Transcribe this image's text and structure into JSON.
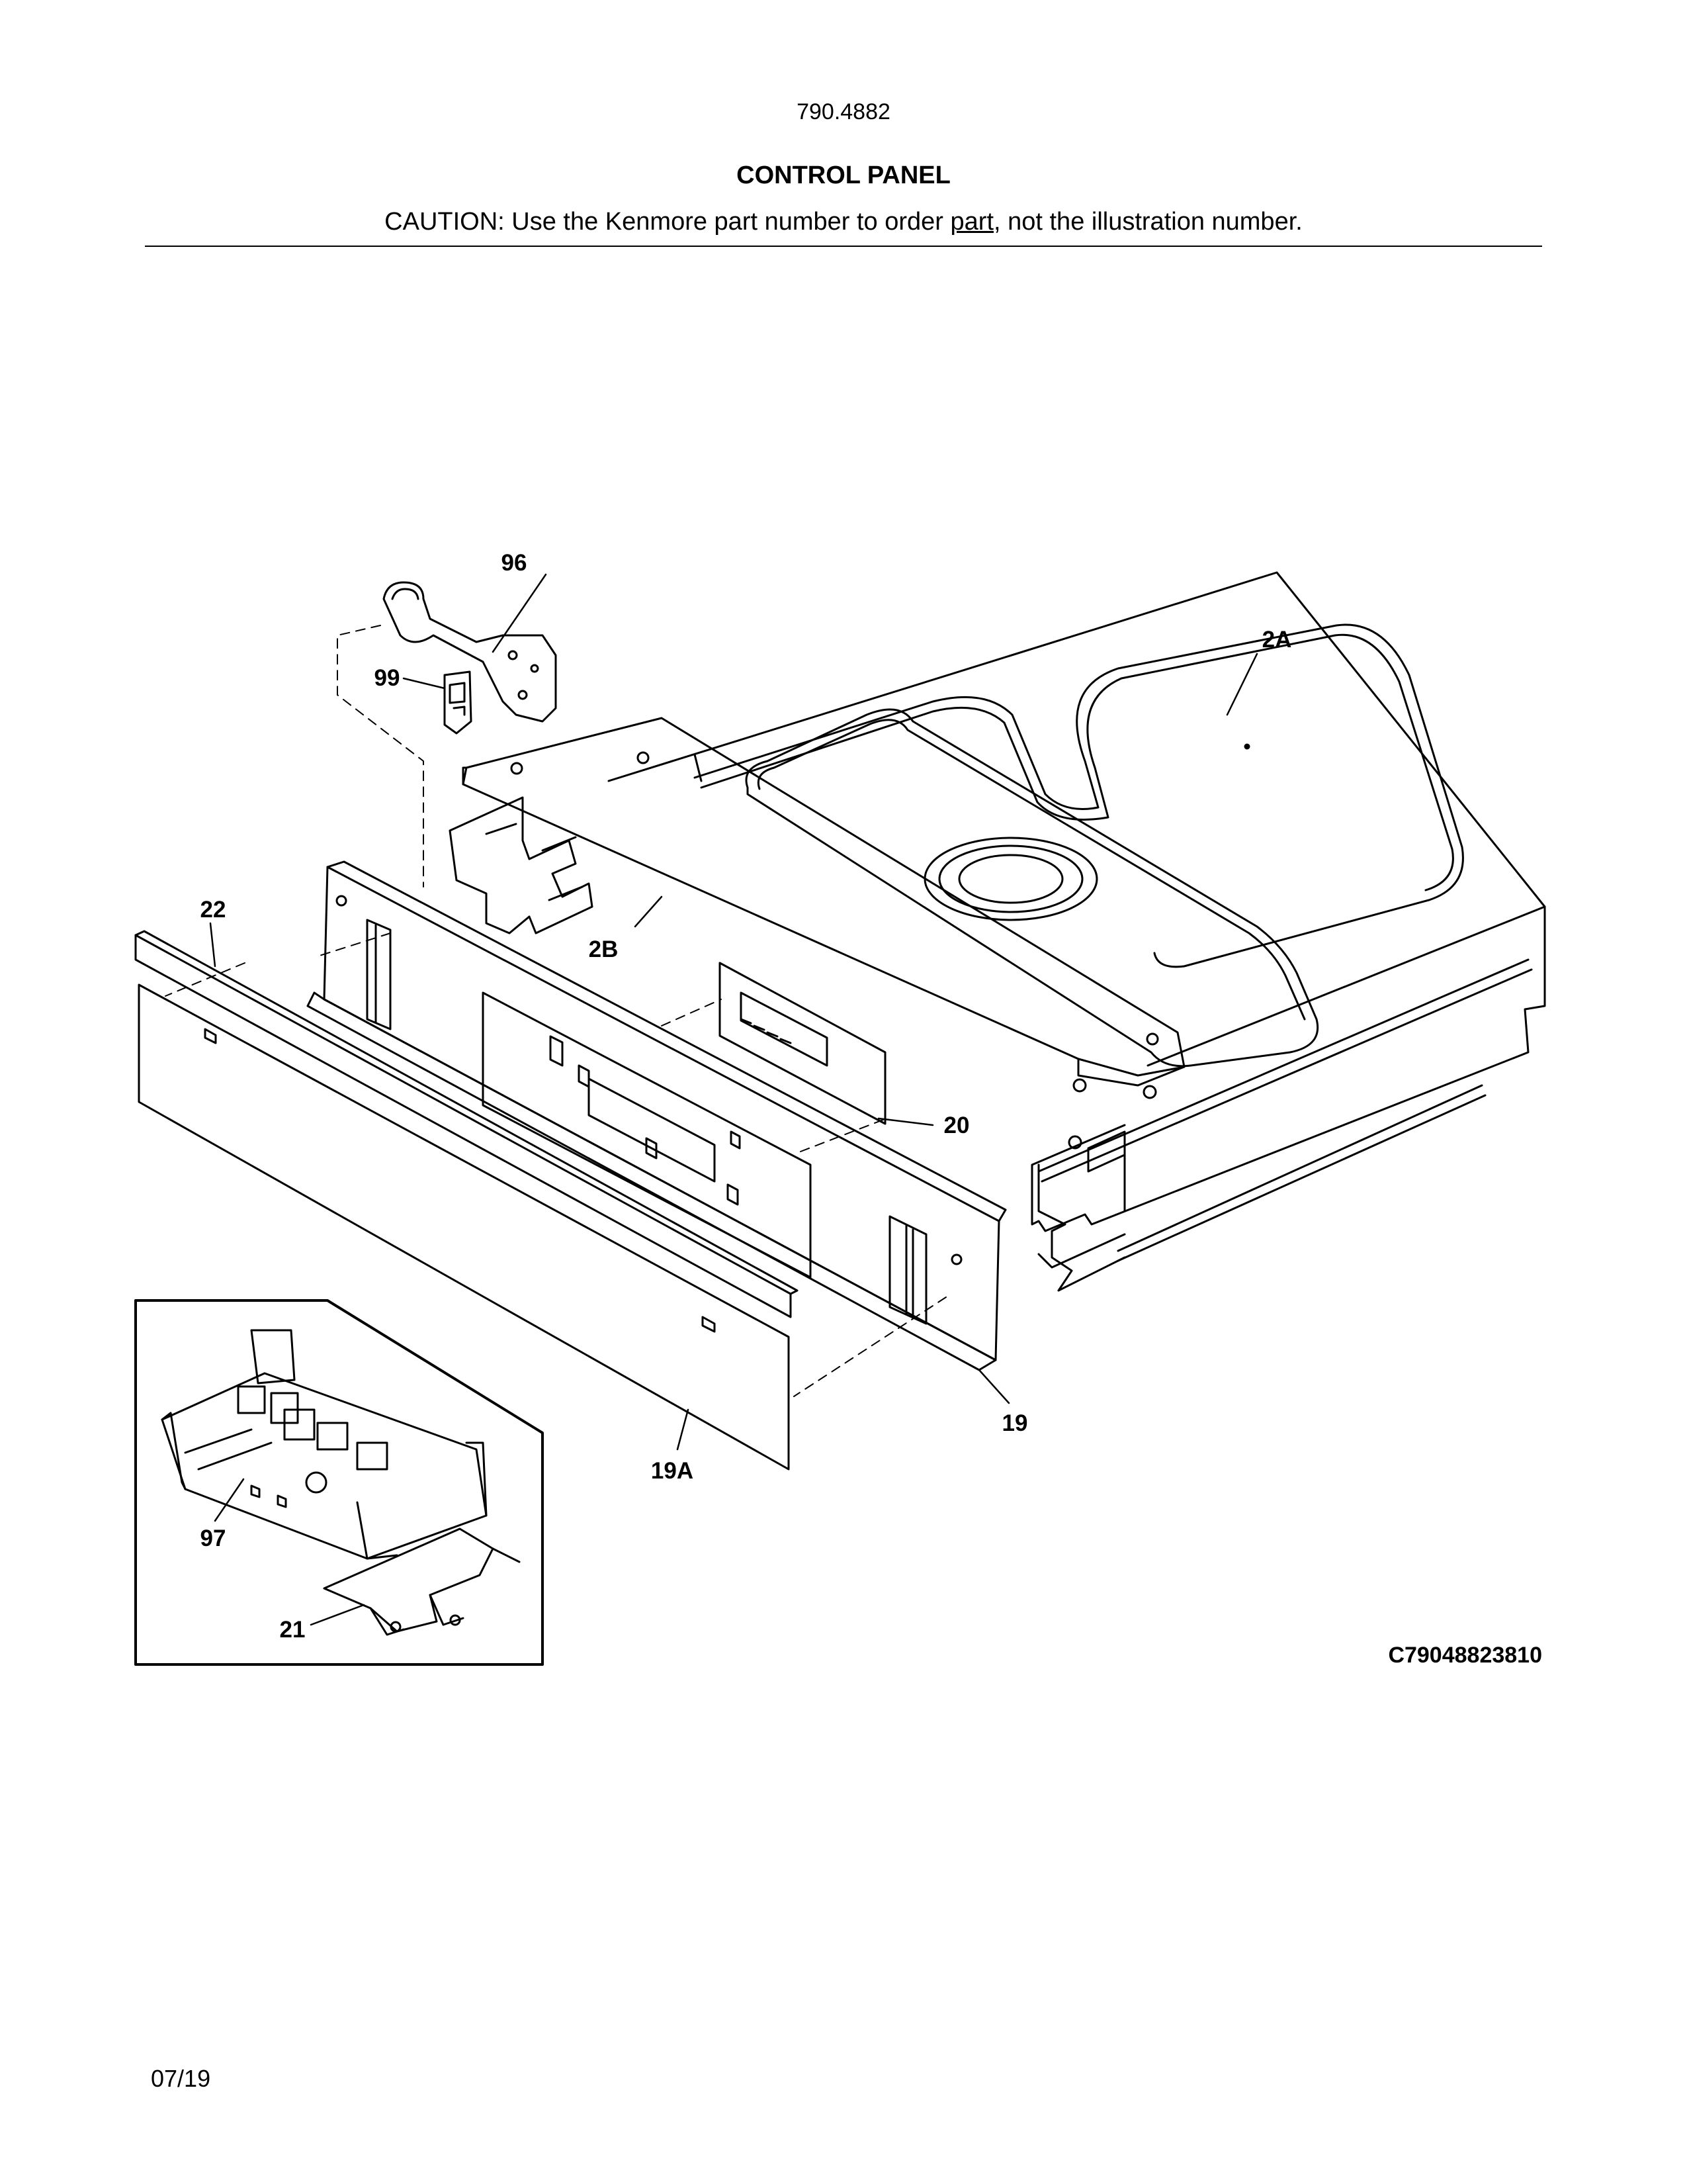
{
  "header": {
    "model_number": "790.4882",
    "section_title": "CONTROL PANEL",
    "caution_before": "CAUTION: Use the Kenmore part number to order ",
    "caution_underlined": "part",
    "caution_after": ", not the illustration number."
  },
  "callouts": {
    "c96": "96",
    "c99": "99",
    "c2A": "2A",
    "c2B": "2B",
    "c22": "22",
    "c20": "20",
    "c19": "19",
    "c19A": "19A",
    "c97": "97",
    "c21": "21"
  },
  "footer": {
    "diagram_code": "C79048823810",
    "date": "07/19"
  }
}
